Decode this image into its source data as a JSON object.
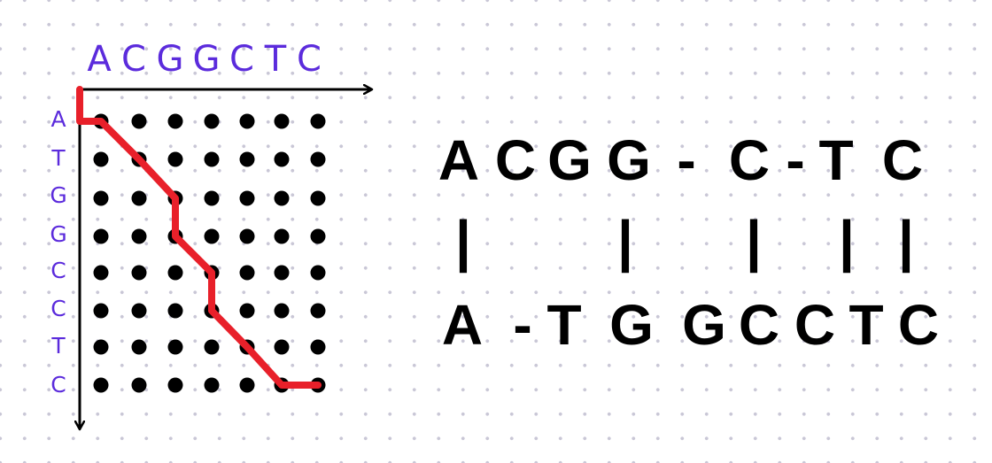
{
  "sequences": {
    "top": [
      "A",
      "C",
      "G",
      "G",
      "C",
      "T",
      "C"
    ],
    "left": [
      "A",
      "T",
      "G",
      "G",
      "C",
      "C",
      "T",
      "C"
    ]
  },
  "grid": {
    "rows": 8,
    "cols": 7
  },
  "path": [
    [
      0,
      0
    ],
    [
      1,
      0
    ],
    [
      1,
      1
    ],
    [
      2,
      2
    ],
    [
      3,
      3
    ],
    [
      4,
      3
    ],
    [
      5,
      4
    ],
    [
      6,
      4
    ],
    [
      7,
      5
    ],
    [
      8,
      6
    ],
    [
      8,
      7
    ]
  ],
  "alignment": {
    "top": [
      "A",
      "C",
      "G",
      "G",
      "-",
      "C",
      "-",
      "T",
      "C"
    ],
    "bars": [
      "|",
      "|",
      "|",
      "|",
      "|"
    ],
    "bottom": [
      "A",
      "-",
      "T",
      "G",
      "G",
      "C",
      "C",
      "T",
      "C"
    ]
  },
  "colors": {
    "sequence": "#5b2bdc",
    "path": "#e8202a",
    "ink": "#000000"
  }
}
